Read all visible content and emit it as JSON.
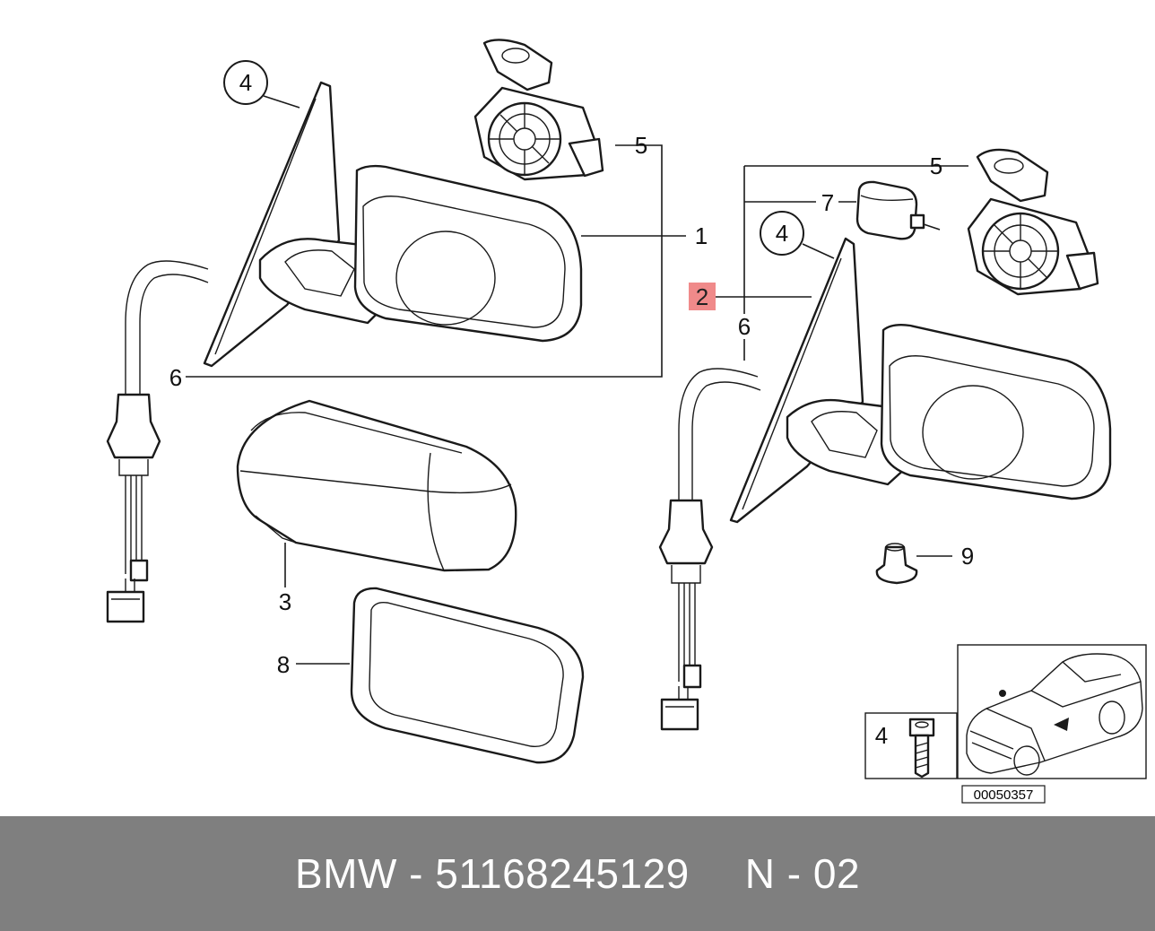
{
  "diagram": {
    "callouts": {
      "c1": "1",
      "c2": "2",
      "c3": "3",
      "c4_left": "4",
      "c4_right": "4",
      "c4_inset": "4",
      "c5_left": "5",
      "c5_right": "5",
      "c6_left": "6",
      "c6_right": "6",
      "c7": "7",
      "c8": "8",
      "c9": "9"
    },
    "highlight_color": "#f08a8a",
    "reference_number": "00050357",
    "icons": [
      "car-location-icon",
      "screw-icon",
      "connector-icon"
    ]
  },
  "footer": {
    "part_text": "BMW - 51168245129",
    "code_text": "N - 02",
    "background": "#7f7f7f"
  }
}
